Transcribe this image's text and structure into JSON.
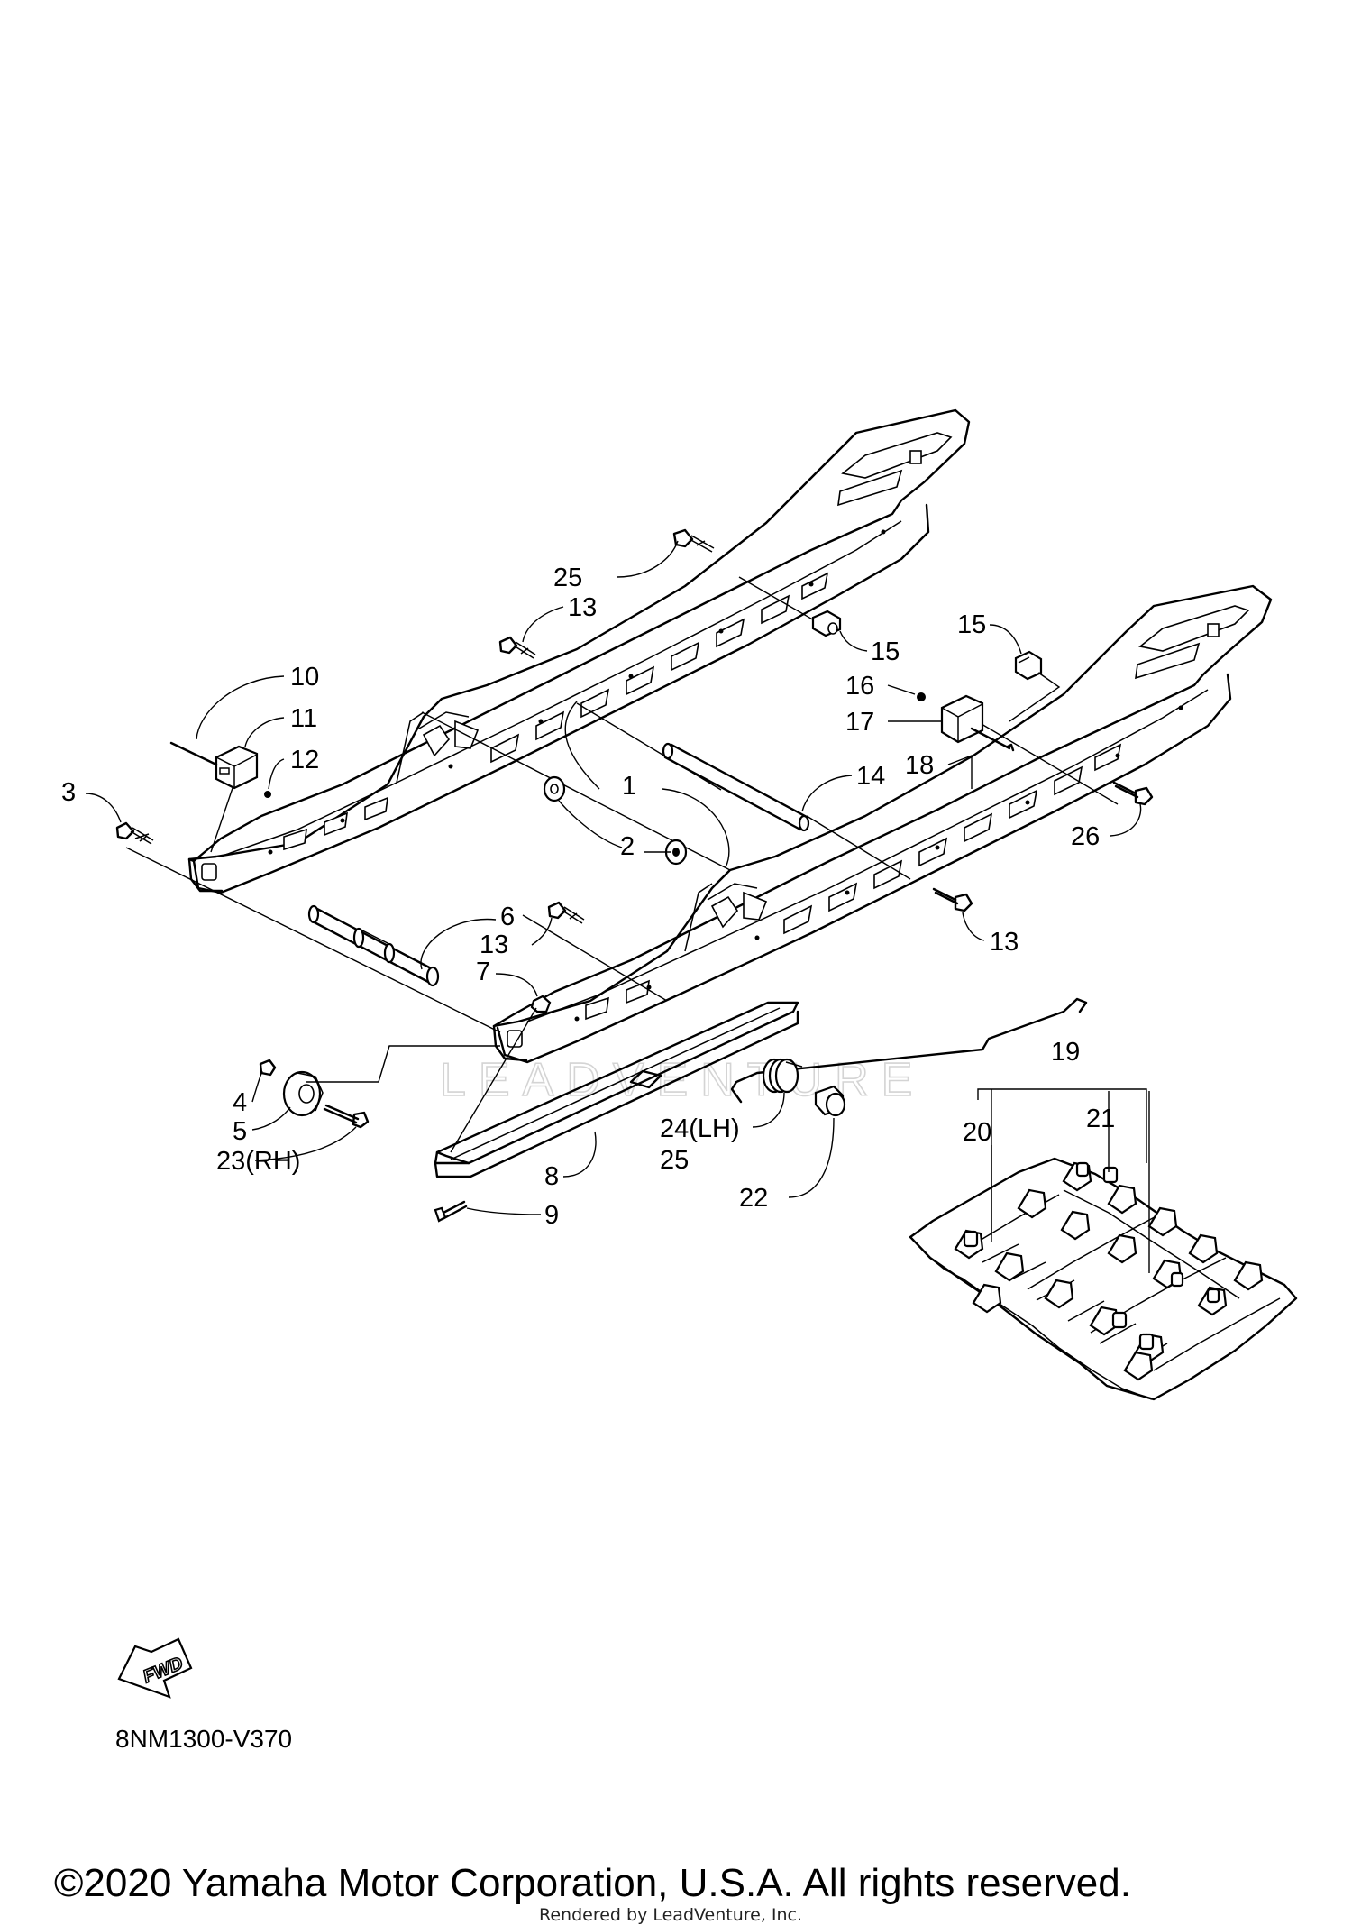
{
  "diagram": {
    "callouts": [
      {
        "id": "c1",
        "text": "1"
      },
      {
        "id": "c2",
        "text": "2"
      },
      {
        "id": "c3",
        "text": "3"
      },
      {
        "id": "c4",
        "text": "4"
      },
      {
        "id": "c5",
        "text": "5"
      },
      {
        "id": "c6",
        "text": "6"
      },
      {
        "id": "c7",
        "text": "7"
      },
      {
        "id": "c8",
        "text": "8"
      },
      {
        "id": "c9",
        "text": "9"
      },
      {
        "id": "c10",
        "text": "10"
      },
      {
        "id": "c11",
        "text": "11"
      },
      {
        "id": "c12",
        "text": "12"
      },
      {
        "id": "c13a",
        "text": "13"
      },
      {
        "id": "c13b",
        "text": "13"
      },
      {
        "id": "c13c",
        "text": "13"
      },
      {
        "id": "c14",
        "text": "14"
      },
      {
        "id": "c15a",
        "text": "15"
      },
      {
        "id": "c15b",
        "text": "15"
      },
      {
        "id": "c16",
        "text": "16"
      },
      {
        "id": "c17",
        "text": "17"
      },
      {
        "id": "c18",
        "text": "18"
      },
      {
        "id": "c19",
        "text": "19"
      },
      {
        "id": "c20",
        "text": "20"
      },
      {
        "id": "c21",
        "text": "21"
      },
      {
        "id": "c22",
        "text": "22"
      },
      {
        "id": "c23",
        "text": "23(RH)"
      },
      {
        "id": "c24",
        "text": "24(LH)"
      },
      {
        "id": "c25a",
        "text": "25"
      },
      {
        "id": "c25b",
        "text": "25"
      },
      {
        "id": "c26",
        "text": "26"
      }
    ],
    "fwd_label": "FWD",
    "watermark": "LEADVENTURE",
    "diagram_code": "8NM1300-V370"
  },
  "footer": {
    "copyright": "©2020 Yamaha Motor Corporation, U.S.A. All rights reserved.",
    "rendered_by": "Rendered by LeadVenture, Inc."
  }
}
